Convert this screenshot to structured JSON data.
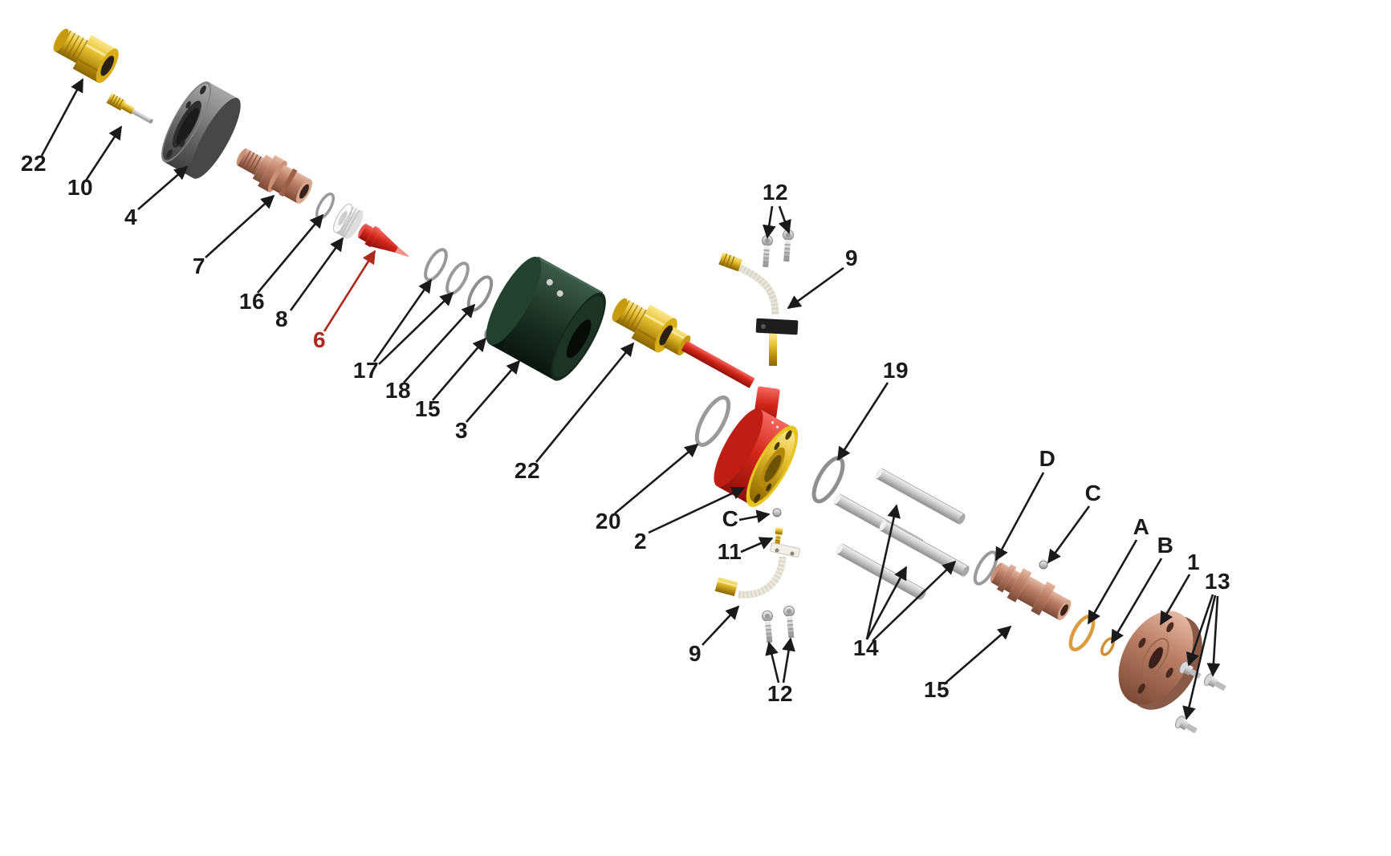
{
  "diagram": {
    "type": "exploded-parts-diagram",
    "background": "#ffffff",
    "label_color": "#1a1a1a",
    "highlight_color": "#b0271c",
    "palette": {
      "brass": "#e2ba22",
      "copper": "#b57b62",
      "red_part": "#d2261a",
      "dark_green": "#1d3326",
      "gray_metal": "#6f6f6f",
      "silver": "#c9c9c9",
      "orange_ring": "#dd9a3e",
      "hose_white": "#ece8de"
    },
    "callouts": [
      {
        "text": "22"
      },
      {
        "text": "10"
      },
      {
        "text": "4"
      },
      {
        "text": "7"
      },
      {
        "text": "16"
      },
      {
        "text": "8"
      },
      {
        "text": "6"
      },
      {
        "text": "17"
      },
      {
        "text": "18"
      },
      {
        "text": "15"
      },
      {
        "text": "3"
      },
      {
        "text": "22"
      },
      {
        "text": "20"
      },
      {
        "text": "2"
      },
      {
        "text": "C"
      },
      {
        "text": "11"
      },
      {
        "text": "9"
      },
      {
        "text": "12"
      },
      {
        "text": "12"
      },
      {
        "text": "9"
      },
      {
        "text": "19"
      },
      {
        "text": "14"
      },
      {
        "text": "D"
      },
      {
        "text": "C"
      },
      {
        "text": "A"
      },
      {
        "text": "B"
      },
      {
        "text": "1"
      },
      {
        "text": "13"
      },
      {
        "text": "15"
      }
    ]
  }
}
